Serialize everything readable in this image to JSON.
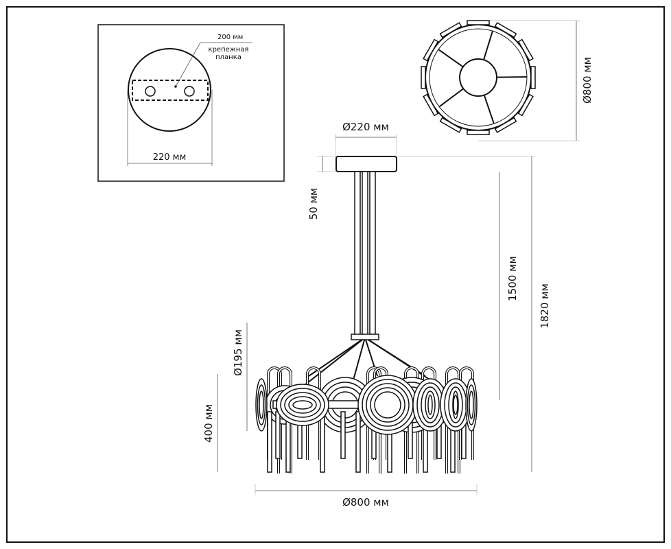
{
  "mount_detail": {
    "bracket_length": "200 мм",
    "bracket_label_line1": "крепежная",
    "bracket_label_line2": "планка",
    "canopy_width": "220 мм"
  },
  "top_view": {
    "diameter": "Ø800 мм"
  },
  "side_view": {
    "canopy_diameter": "Ø220 мм",
    "canopy_height": "50 мм",
    "disk_diameter": "Ø195 мм",
    "body_height": "400 мм",
    "drop_length": "1500 мм",
    "total_height": "1820 мм",
    "body_diameter": "Ø800 мм"
  }
}
